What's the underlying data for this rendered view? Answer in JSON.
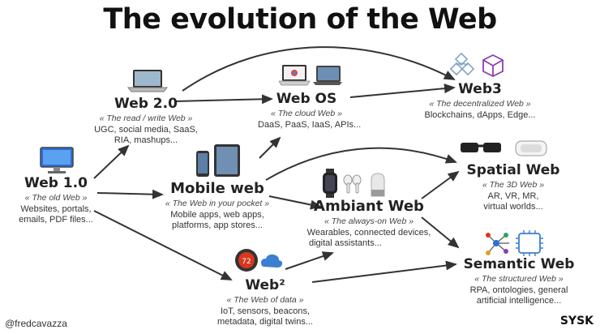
{
  "title": "The evolution of the Web",
  "nodes": {
    "web1": {
      "name": "Web 1.0",
      "tagline": "« The old Web »",
      "desc": [
        "Websites, portals,",
        "emails, PDF files..."
      ]
    },
    "web2": {
      "name": "Web 2.0",
      "tagline": "« The read / write Web »",
      "desc": [
        "UGC, social media, SaaS,",
        "RIA, mashups..."
      ]
    },
    "webos": {
      "name": "Web OS",
      "tagline": "« The cloud Web »",
      "desc": [
        "DaaS, PaaS, IaaS, APIs..."
      ]
    },
    "web3": {
      "name": "Web3",
      "tagline": "« The decentralized Web »",
      "desc": [
        "Blockchains, dApps, Edge..."
      ]
    },
    "mobile": {
      "name": "Mobile web",
      "tagline": "« The Web in your pocket »",
      "desc": [
        "Mobile apps, web apps,",
        "platforms, app stores..."
      ]
    },
    "ambiant": {
      "name": "Ambiant Web",
      "tagline": "« The always-on Web »",
      "desc": [
        "Wearables, connected devices,",
        "digital assistants..."
      ]
    },
    "spatial": {
      "name": "Spatial Web",
      "tagline": "« The 3D Web »",
      "desc": [
        "AR, VR, MR,",
        "virtual worlds..."
      ]
    },
    "web2sq": {
      "name": "Web²",
      "tagline": "« The Web of data »",
      "desc": [
        "IoT, sensors, beacons,",
        "metadata, digital twins..."
      ]
    },
    "semantic": {
      "name": "Semantic Web",
      "tagline": "« The structured Web »",
      "desc": [
        "RPA, ontologies, general",
        "artificial intelligence..."
      ]
    }
  },
  "footer": {
    "author": "@fredcavazza",
    "brand": "SYSK"
  },
  "icons": {
    "web1": "desktop-computer-icon",
    "web2": "laptop-icon",
    "webos": "chromebook-and-tablet-icon",
    "web3": "blockchain-cubes-icon",
    "mobile": "phone-and-tablet-icon",
    "ambiant": "smartwatch-earbuds-smart-speaker-icon",
    "spatial": "ar-glasses-and-vr-headset-icon",
    "web2sq": "thermostat-and-cloud-icon",
    "semantic": "network-and-ai-chip-icon"
  },
  "colors": {
    "text": "#222222",
    "arrow": "#333333",
    "accent_red": "#d9361f",
    "accent_blue": "#3b7fd0"
  }
}
